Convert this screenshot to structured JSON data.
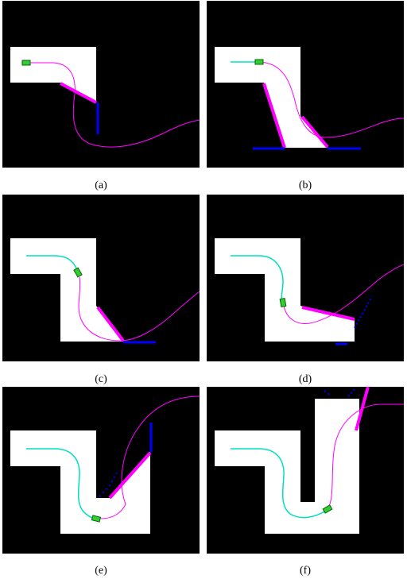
{
  "captions": [
    "(a)",
    "(b)",
    "(c)",
    "(d)",
    "(e)",
    "(f)"
  ],
  "colors": {
    "background": "#000000",
    "free_space": "#ffffff",
    "planned_path": "#ff00ff",
    "obstacle_edge": "#ff00ff",
    "scan_line": "#0000ff",
    "traversed_path": "#00e0c0",
    "robot": "#33cc33"
  },
  "icons": {
    "robot": "robot-rect-icon"
  }
}
